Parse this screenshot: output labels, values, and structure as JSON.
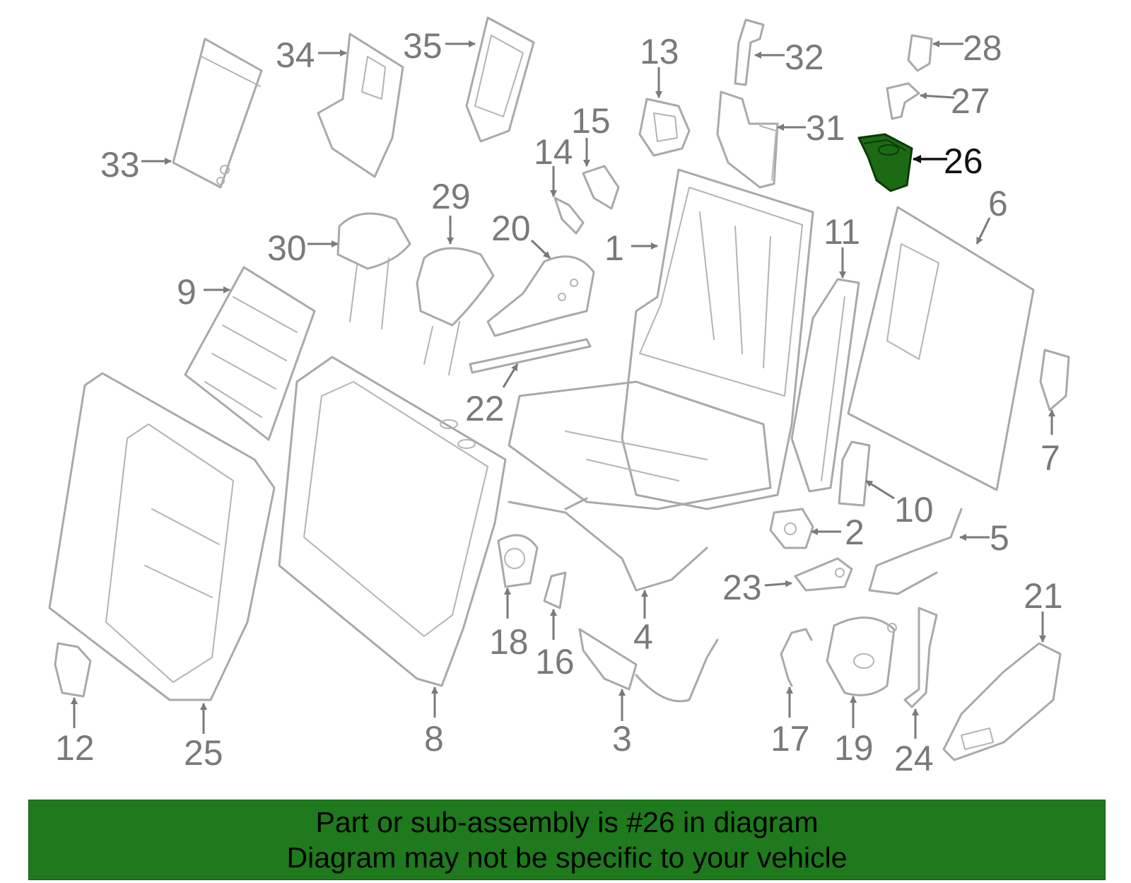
{
  "highlighted_part": "26",
  "banner": {
    "line1": "Part or sub-assembly is #26 in diagram",
    "line2": "Diagram may not be specific to your vehicle"
  },
  "callouts": [
    {
      "n": "1"
    },
    {
      "n": "2"
    },
    {
      "n": "3"
    },
    {
      "n": "4"
    },
    {
      "n": "5"
    },
    {
      "n": "6"
    },
    {
      "n": "7"
    },
    {
      "n": "8"
    },
    {
      "n": "9"
    },
    {
      "n": "10"
    },
    {
      "n": "11"
    },
    {
      "n": "12"
    },
    {
      "n": "13"
    },
    {
      "n": "14"
    },
    {
      "n": "15"
    },
    {
      "n": "16"
    },
    {
      "n": "17"
    },
    {
      "n": "18"
    },
    {
      "n": "19"
    },
    {
      "n": "20"
    },
    {
      "n": "21"
    },
    {
      "n": "22"
    },
    {
      "n": "23"
    },
    {
      "n": "24"
    },
    {
      "n": "25"
    },
    {
      "n": "26"
    },
    {
      "n": "27"
    },
    {
      "n": "28"
    },
    {
      "n": "29"
    },
    {
      "n": "30"
    },
    {
      "n": "31"
    },
    {
      "n": "32"
    },
    {
      "n": "33"
    },
    {
      "n": "34"
    },
    {
      "n": "35"
    }
  ],
  "colors": {
    "banner_bg": "#1e7a1c",
    "highlight_fill": "#1c6b14",
    "line_art": "#a9a9a9",
    "callout_text": "#7a7a7a"
  }
}
